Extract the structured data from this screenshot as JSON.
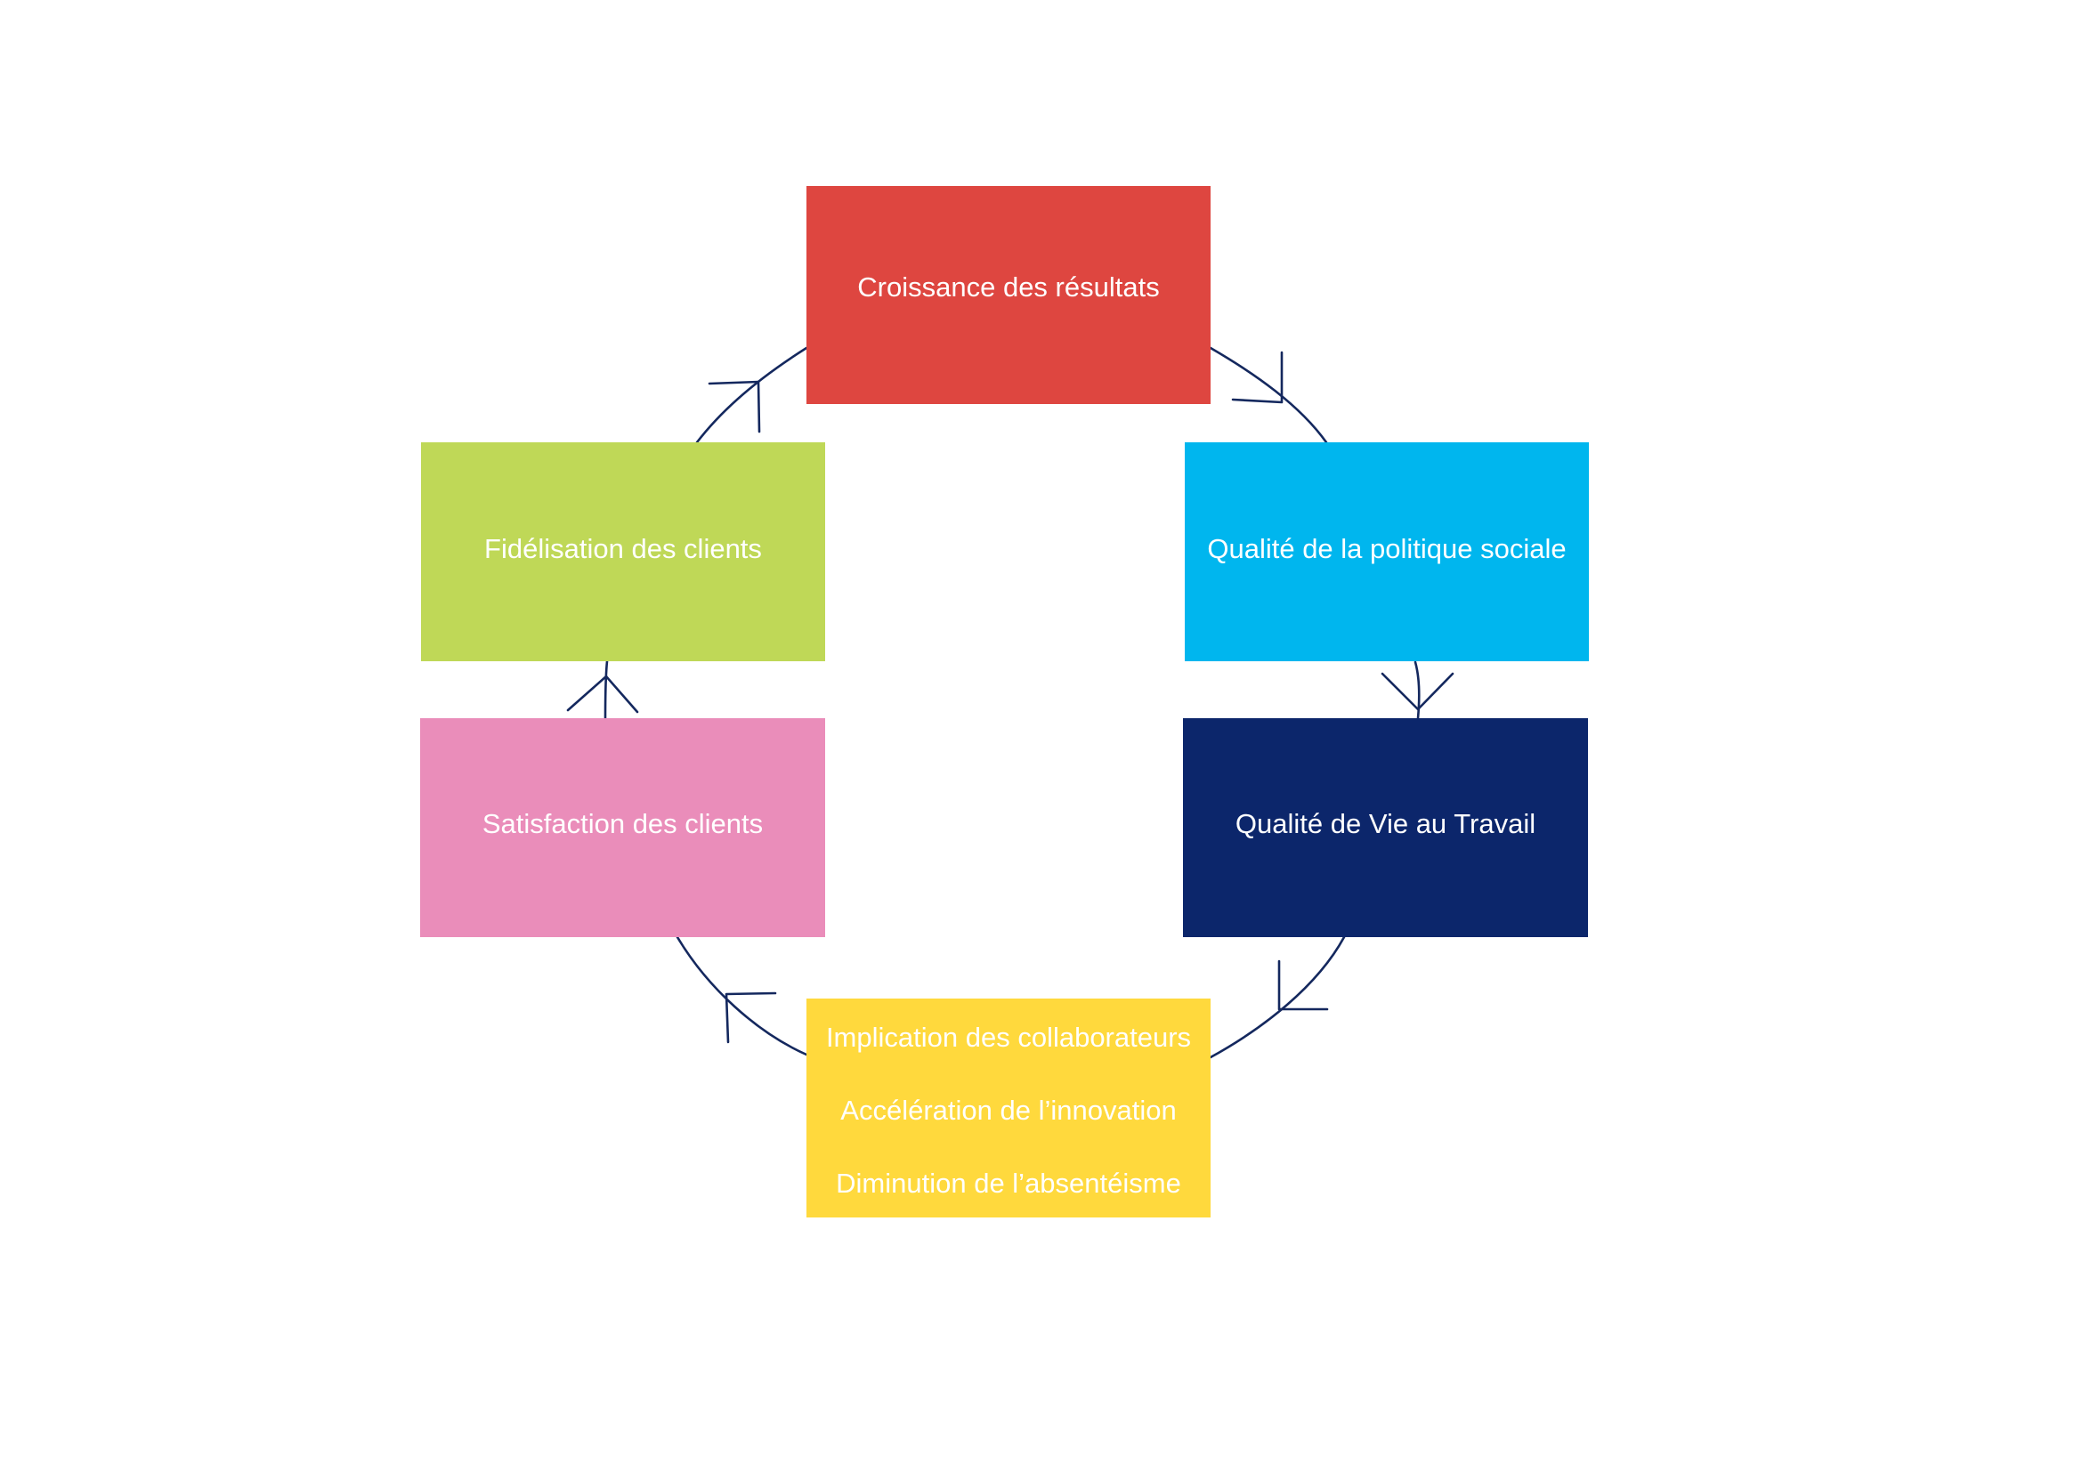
{
  "diagram": {
    "type": "cycle",
    "colors": {
      "red": "#de4640",
      "cyan": "#00b6ee",
      "navy": "#0c266b",
      "yellow": "#ffd93d",
      "pink": "#ea8dba",
      "green": "#bfd857",
      "arrow": "#14285e"
    },
    "nodes": [
      {
        "id": "croissance",
        "lines": [
          "Croissance des résultats"
        ]
      },
      {
        "id": "politique-sociale",
        "lines": [
          "Qualité de la politique sociale"
        ]
      },
      {
        "id": "qvt",
        "lines": [
          "Qualité de Vie au Travail"
        ]
      },
      {
        "id": "implication",
        "lines": [
          "Implication des collaborateurs",
          "Accélération de l’innovation",
          "Diminution de l’absentéisme"
        ]
      },
      {
        "id": "satisfaction",
        "lines": [
          "Satisfaction des clients"
        ]
      },
      {
        "id": "fidelisation",
        "lines": [
          "Fidélisation des clients"
        ]
      }
    ],
    "edges": [
      {
        "from": "croissance",
        "to": "politique-sociale"
      },
      {
        "from": "politique-sociale",
        "to": "qvt"
      },
      {
        "from": "qvt",
        "to": "implication"
      },
      {
        "from": "implication",
        "to": "satisfaction"
      },
      {
        "from": "satisfaction",
        "to": "fidelisation"
      },
      {
        "from": "fidelisation",
        "to": "croissance"
      }
    ]
  }
}
